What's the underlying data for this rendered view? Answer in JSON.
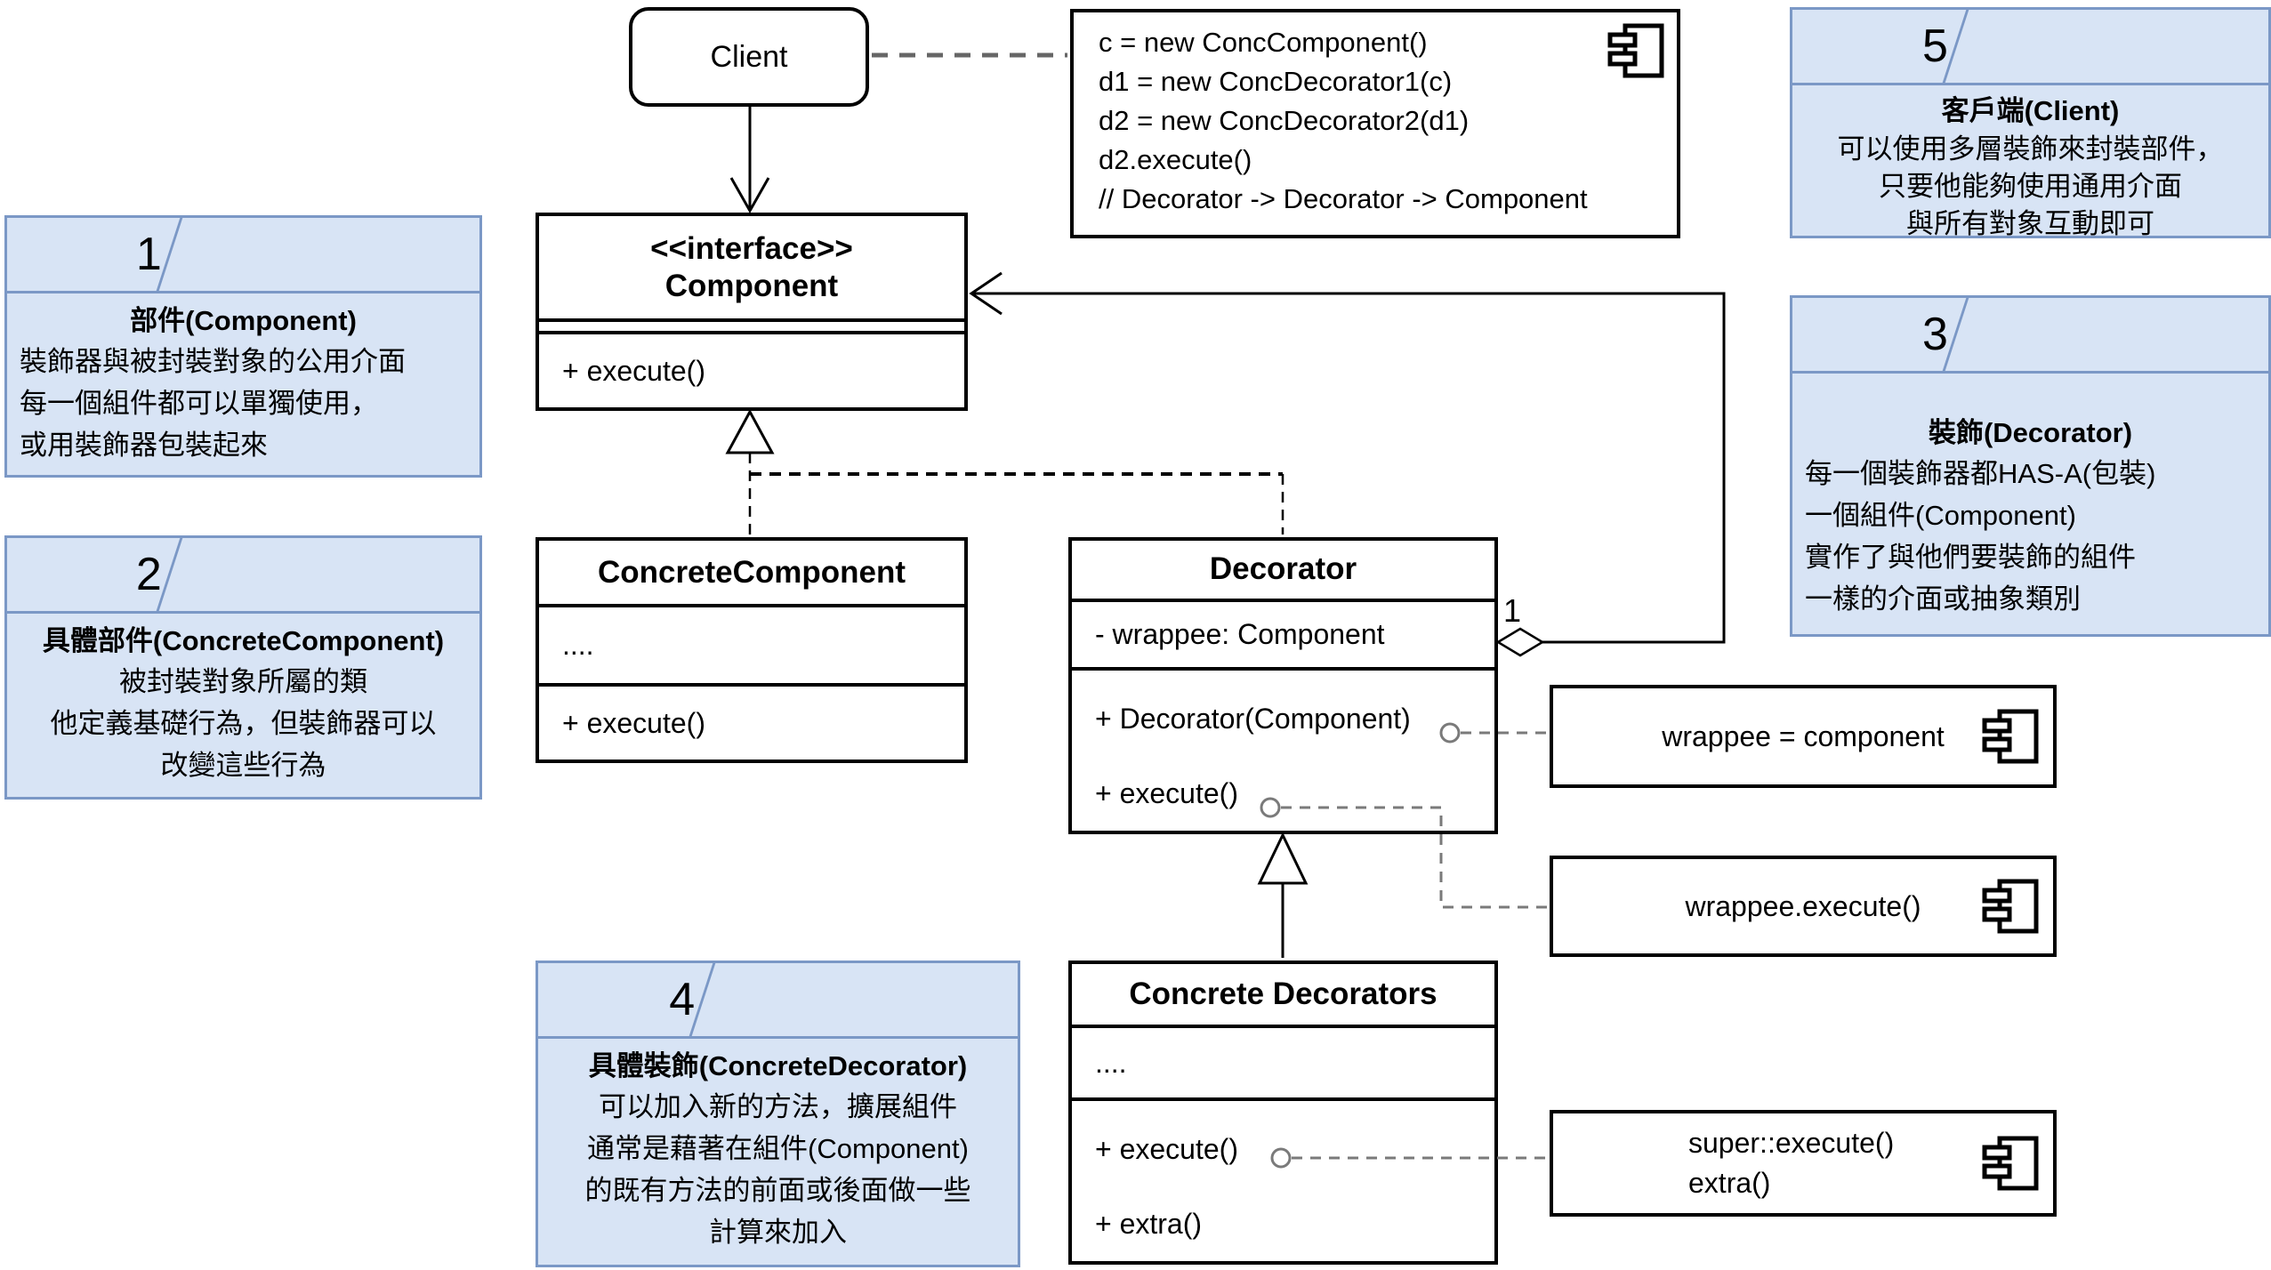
{
  "client": {
    "label": "Client"
  },
  "code_note": {
    "lines": [
      "c = new ConcComponent()",
      "d1 = new ConcDecorator1(c)",
      "d2 = new ConcDecorator2(d1)",
      "d2.execute()",
      "// Decorator -> Decorator -> Component"
    ]
  },
  "classes": {
    "component": {
      "stereotype": "<<interface>>",
      "name": "Component",
      "methods": [
        "+ execute()"
      ]
    },
    "concrete_component": {
      "name": "ConcreteComponent",
      "attributes": [
        "...."
      ],
      "methods": [
        "+ execute()"
      ]
    },
    "decorator": {
      "name": "Decorator",
      "attributes": [
        "- wrappee: Component"
      ],
      "methods": [
        "+ Decorator(Component)",
        "+ execute()"
      ],
      "multiplicity": "1"
    },
    "concrete_decorators": {
      "name": "Concrete Decorators",
      "attributes": [
        "...."
      ],
      "methods": [
        "+ execute()",
        "+ extra()"
      ]
    }
  },
  "snippets": {
    "wrappee_assign": "wrappee = component",
    "wrappee_execute": "wrappee.execute()",
    "super_execute": [
      "super::execute()",
      "extra()"
    ]
  },
  "notes": [
    {
      "number": "1",
      "title": "部件(Component)",
      "lines": [
        "裝飾器與被封裝對象的公用介面",
        "每一個組件都可以單獨使用，",
        "或用裝飾器包裝起來"
      ]
    },
    {
      "number": "2",
      "title": "具體部件(ConcreteComponent)",
      "lines": [
        "被封裝對象所屬的類",
        "他定義基礎行為，但裝飾器可以",
        "改變這些行為"
      ]
    },
    {
      "number": "3",
      "title": "裝飾(Decorator)",
      "lines": [
        "每一個裝飾器都HAS-A(包裝)",
        "一個組件(Component)",
        "實作了與他們要裝飾的組件",
        "一樣的介面或抽象類別"
      ]
    },
    {
      "number": "4",
      "title": "具體裝飾(ConcreteDecorator)",
      "lines": [
        "可以加入新的方法，擴展組件",
        "通常是藉著在組件(Component)",
        "的既有方法的前面或後面做一些",
        "計算來加入"
      ]
    },
    {
      "number": "5",
      "title": "客戶端(Client)",
      "lines": [
        "可以使用多層裝飾來封裝部件，",
        "只要他能夠使用通用介面",
        "與所有對象互動即可"
      ]
    }
  ],
  "colors": {
    "note_fill": "#d8e4f5",
    "note_border": "#7b98c6",
    "connector_gray": "#7a7a7a",
    "line_black": "#000000"
  }
}
